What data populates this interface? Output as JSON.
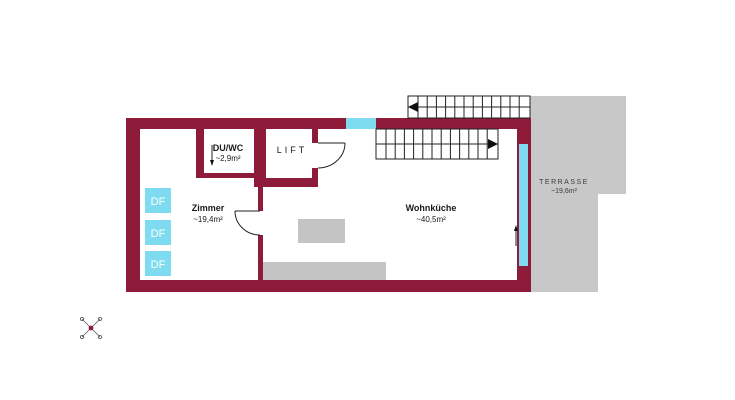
{
  "colors": {
    "wall": "#8e1b3a",
    "window": "#7fdcf0",
    "terrace": "#c8c8c8",
    "furniture": "#c4c4c4",
    "df_box": "#7fdcf0"
  },
  "rooms": {
    "duwc": {
      "name": "DU/WC",
      "area": "~2,9m²"
    },
    "lift": {
      "name": "LIFT"
    },
    "zimmer": {
      "name": "Zimmer",
      "area": "~19,4m²"
    },
    "wohnkueche": {
      "name": "Wohnküche",
      "area": "~40,5m²"
    },
    "terrasse": {
      "name": "TERRASSE",
      "area": "~19,6m²"
    }
  },
  "df_labels": [
    "DF",
    "DF",
    "DF"
  ],
  "icons": [
    "compass-icon",
    "stair-direction-arrow-icon",
    "entry-arrow-icon",
    "door-swing-icon"
  ]
}
